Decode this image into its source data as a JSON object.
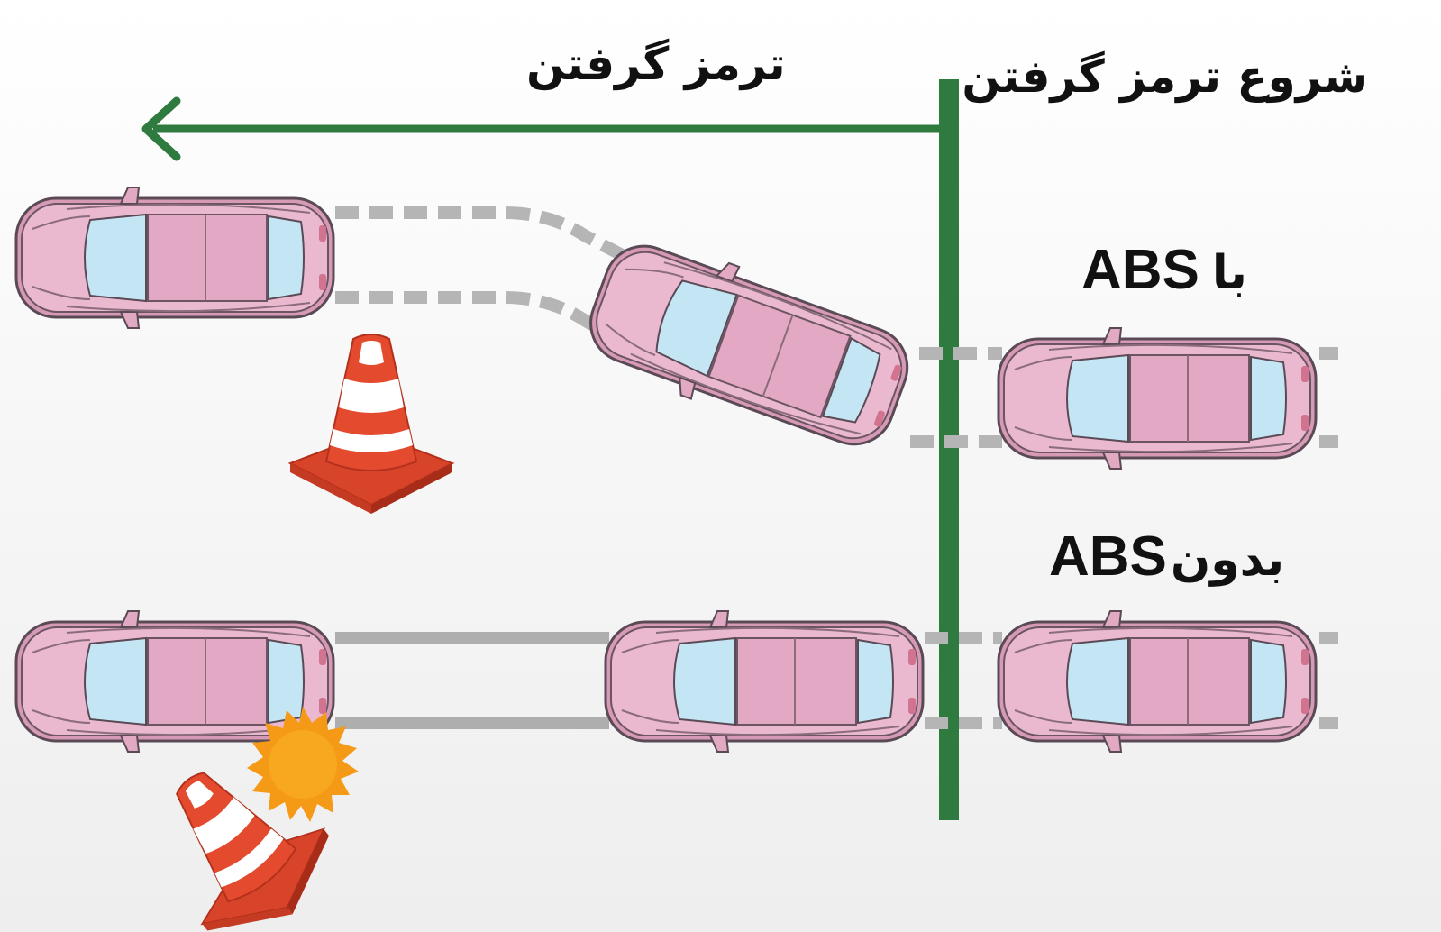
{
  "labels": {
    "start_braking": "شروع ترمز گرفتن",
    "braking": "ترمز گرفتن",
    "with_abs": {
      "word": "با",
      "acronym": "ABS"
    },
    "without_abs": {
      "word": "بدون",
      "acronym": "ABS"
    }
  },
  "colors": {
    "braking_line": "#2f7a3f",
    "car_body": "#e9b6cd",
    "car_outline": "#5a4a55",
    "car_window": "#bfe4f3",
    "cone": "#e0402a",
    "cone_stripe": "#ffffff",
    "impact": "#f59a16",
    "track": "#b8b8b8"
  },
  "icons": [
    "start-braking-line",
    "braking-direction-arrow",
    "car-icon",
    "traffic-cone-icon",
    "collision-burst-icon"
  ]
}
